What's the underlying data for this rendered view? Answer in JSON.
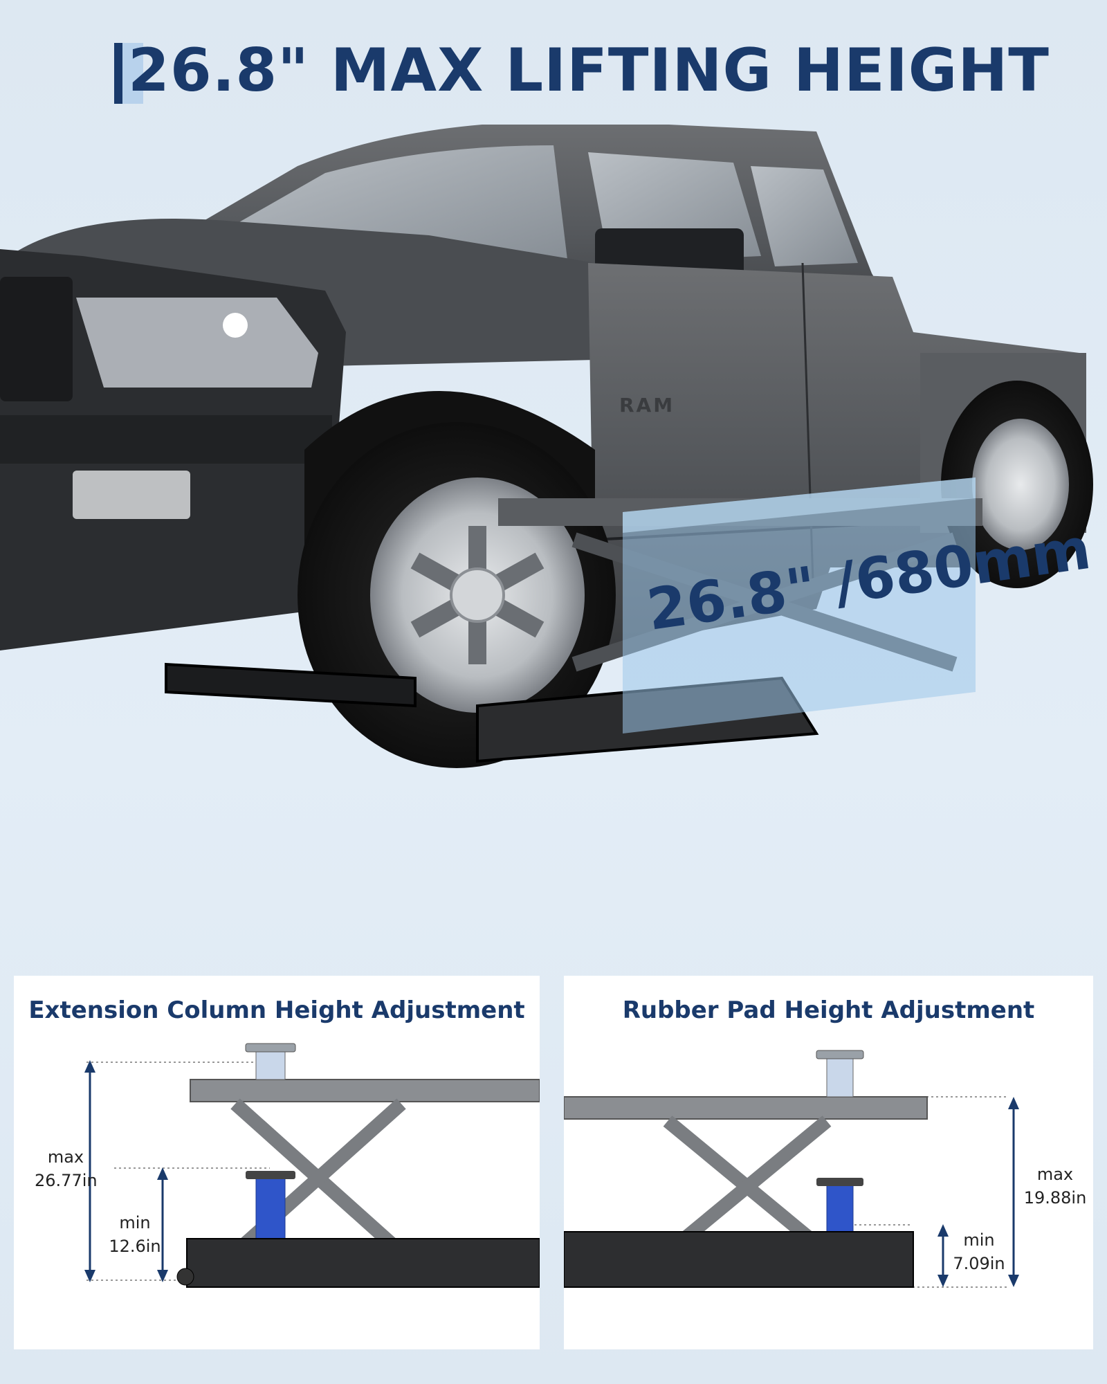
{
  "header": {
    "title": "26.8\" MAX LIFTING HEIGHT"
  },
  "hero": {
    "measurement_label": "26.8\" /680mm",
    "truck_badge": "RAM"
  },
  "panels": {
    "left": {
      "title": "Extension Column Height Adjustment",
      "max_label": "max",
      "max_value": "26.77in",
      "min_label": "min",
      "min_value": "12.6in"
    },
    "right": {
      "title": "Rubber Pad Height Adjustment",
      "max_label": "max",
      "max_value": "19.88in",
      "min_label": "min",
      "min_value": "7.09in"
    }
  },
  "colors": {
    "brand_navy": "#1a3a6b",
    "accent_blue": "#2f55c9",
    "background": "#dfe9f2",
    "overlay_blue": "#9cc6ea"
  }
}
